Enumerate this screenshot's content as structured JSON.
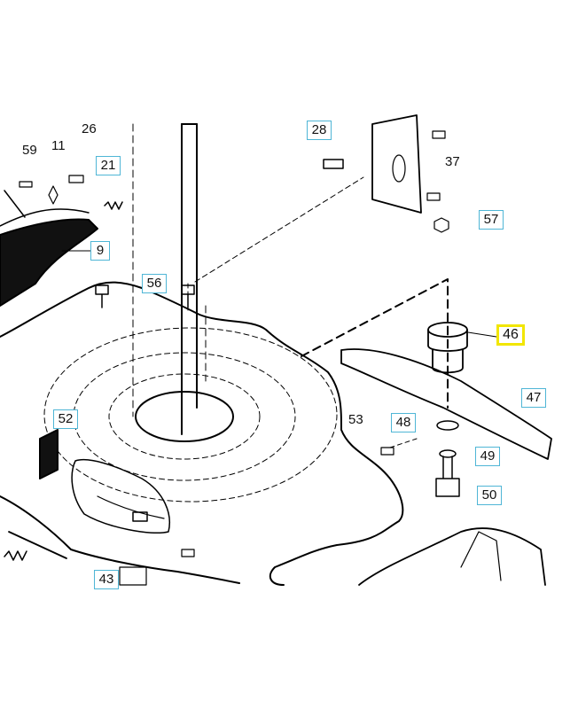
{
  "colors": {
    "line": "#000000",
    "callout_border": "#4fb6d6",
    "highlight_border": "#f2e600",
    "background": "#ffffff"
  },
  "callouts": {
    "p28": "28",
    "p37": "37",
    "p57": "57",
    "p26": "26",
    "p59": "59",
    "p11": "11",
    "p21": "21",
    "p9": "9",
    "p56": "56",
    "p46": "46",
    "p47": "47",
    "p48": "48",
    "p53": "53",
    "p49": "49",
    "p50": "50",
    "p52": "52",
    "p43": "43"
  },
  "highlighted_part": "46"
}
